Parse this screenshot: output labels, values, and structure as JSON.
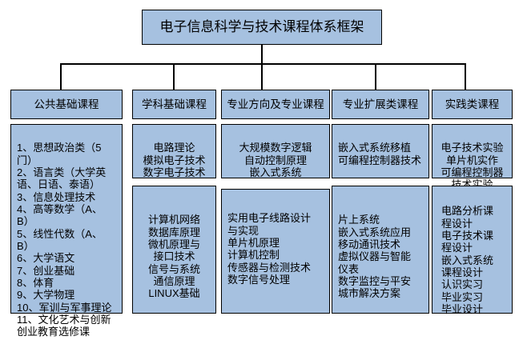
{
  "diagram": {
    "title": "电子信息科学与技术课程体系框架",
    "accent_color": "#a6c1e0",
    "border_color": "#000000",
    "background_color": "#ffffff",
    "columns": [
      {
        "header": "公共基础课程",
        "boxes": [
          "1、思想政治类（5门）\n2、语言类（大学英语、日语、泰语）\n3、信息处理技术\n4、高等数学（A、B）\n5、线性代数（A、B）\n6、大学语文\n7、创业基础\n8、体育\n9、大学物理\n10、军训与军事理论\n11、文化艺术与创新创业教育选修课"
        ]
      },
      {
        "header": "学科基础课程",
        "boxes": [
          "电路理论\n模拟电子技术\n数字电子技术",
          "计算机网络\n数据库原理\n微机原理与\n接口技术\n信号与系统\n通信原理\nLINUX基础"
        ]
      },
      {
        "header": "专业方向及专业课程",
        "boxes": [
          "大规模数字逻辑\n自动控制原理\n嵌入式系统",
          "实用电子线路设计\n与实现\n单片机原理\n计算机控制\n传感器与检测技术\n数字信号处理"
        ]
      },
      {
        "header": "专业扩展类课程",
        "boxes": [
          "嵌入式系统移植\n可编程控制器技术",
          "片上系统\n嵌入式系统应用\n移动通讯技术\n虚拟仪器与智能\n仪表\n数字监控与平安\n城市解决方案"
        ]
      },
      {
        "header": "实践类课程",
        "boxes": [
          "电子技术实验\n单片机实作\n可编程控制器\n技术实验",
          "电路分析课\n程设计\n电子技术课\n程设计\n嵌入式系统\n课程设计\n认识实习\n毕业实习\n毕业设计"
        ]
      }
    ]
  }
}
